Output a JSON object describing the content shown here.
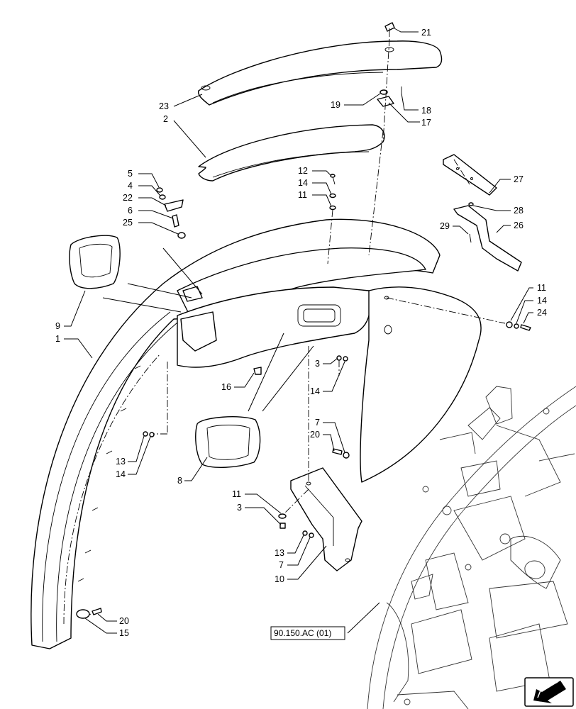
{
  "diagram": {
    "callouts": [
      {
        "id": "c21a",
        "label": "21"
      },
      {
        "id": "c23",
        "label": "23"
      },
      {
        "id": "c2",
        "label": "2"
      },
      {
        "id": "c19",
        "label": "19"
      },
      {
        "id": "c18",
        "label": "18"
      },
      {
        "id": "c17",
        "label": "17"
      },
      {
        "id": "c5",
        "label": "5"
      },
      {
        "id": "c4",
        "label": "4"
      },
      {
        "id": "c22",
        "label": "22"
      },
      {
        "id": "c6",
        "label": "6"
      },
      {
        "id": "c25",
        "label": "25"
      },
      {
        "id": "c12",
        "label": "12"
      },
      {
        "id": "c14a",
        "label": "14"
      },
      {
        "id": "c11a",
        "label": "11"
      },
      {
        "id": "c27",
        "label": "27"
      },
      {
        "id": "c28",
        "label": "28"
      },
      {
        "id": "c29",
        "label": "29"
      },
      {
        "id": "c26",
        "label": "26"
      },
      {
        "id": "c11b",
        "label": "11"
      },
      {
        "id": "c14b",
        "label": "14"
      },
      {
        "id": "c24",
        "label": "24"
      },
      {
        "id": "c9",
        "label": "9"
      },
      {
        "id": "c1",
        "label": "1"
      },
      {
        "id": "c16",
        "label": "16"
      },
      {
        "id": "c3a",
        "label": "3"
      },
      {
        "id": "c14c",
        "label": "14"
      },
      {
        "id": "c13a",
        "label": "13"
      },
      {
        "id": "c14d",
        "label": "14"
      },
      {
        "id": "c7a",
        "label": "7"
      },
      {
        "id": "c20a",
        "label": "20"
      },
      {
        "id": "c8",
        "label": "8"
      },
      {
        "id": "c11c",
        "label": "11"
      },
      {
        "id": "c3b",
        "label": "3"
      },
      {
        "id": "c13b",
        "label": "13"
      },
      {
        "id": "c7b",
        "label": "7"
      },
      {
        "id": "c10",
        "label": "10"
      },
      {
        "id": "c20b",
        "label": "20"
      },
      {
        "id": "c15",
        "label": "15"
      }
    ],
    "reference_label": "90.150.AC (01)",
    "nav_icon": "arrow-down-left-icon"
  }
}
